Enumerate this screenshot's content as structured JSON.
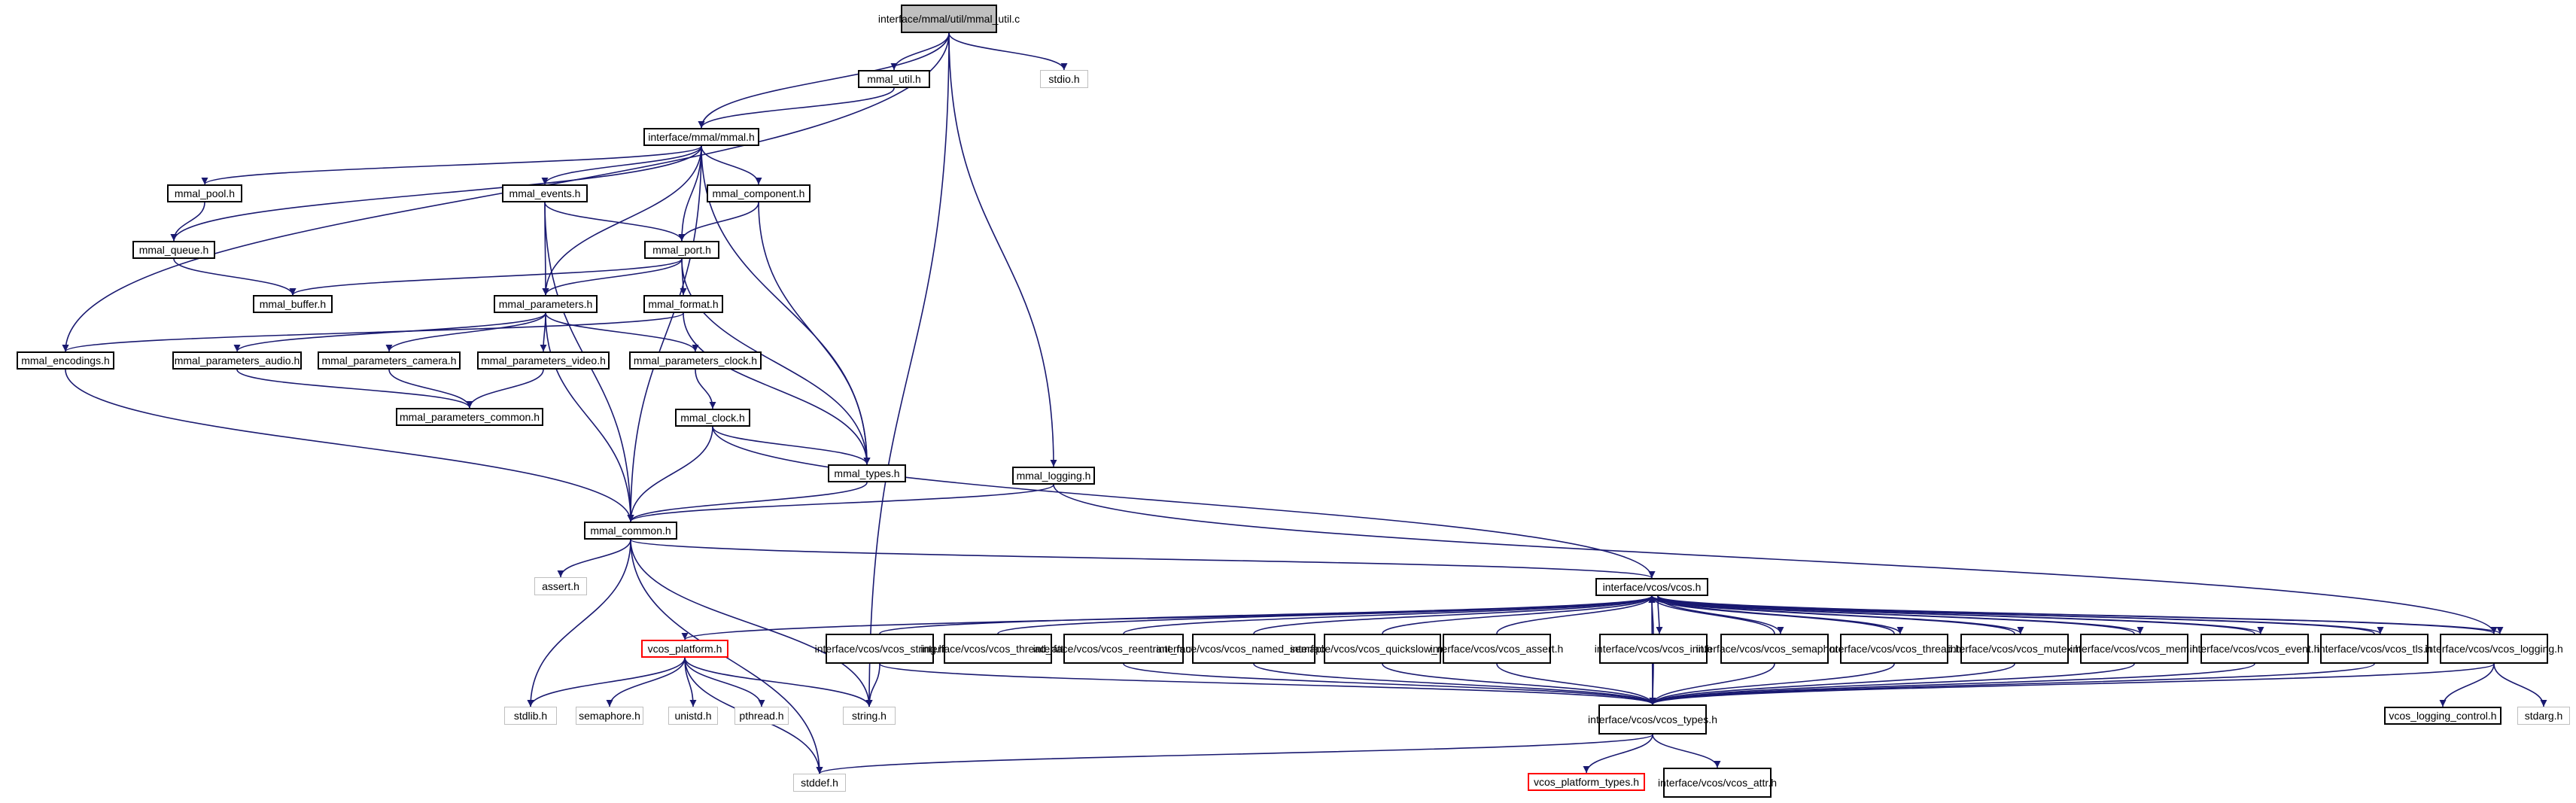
{
  "colors": {
    "edge": "#191970",
    "root_fill": "#bfbfbf",
    "node_border": "#000000",
    "system_border": "#bfbfbf",
    "missing_border": "#ff0000"
  },
  "nodes": {
    "root": {
      "lines": [
        "interface/mmal/util",
        "/mmal_util.c"
      ],
      "kind": "root"
    },
    "mmal_util_h": {
      "lines": [
        "mmal_util.h"
      ],
      "kind": "file"
    },
    "stdio_h": {
      "lines": [
        "stdio.h"
      ],
      "kind": "system"
    },
    "mmal_h": {
      "lines": [
        "interface/mmal/mmal.h"
      ],
      "kind": "file"
    },
    "mmal_pool_h": {
      "lines": [
        "mmal_pool.h"
      ],
      "kind": "file"
    },
    "mmal_events_h": {
      "lines": [
        "mmal_events.h"
      ],
      "kind": "file"
    },
    "mmal_component_h": {
      "lines": [
        "mmal_component.h"
      ],
      "kind": "file"
    },
    "mmal_queue_h": {
      "lines": [
        "mmal_queue.h"
      ],
      "kind": "file"
    },
    "mmal_port_h": {
      "lines": [
        "mmal_port.h"
      ],
      "kind": "file"
    },
    "mmal_buffer_h": {
      "lines": [
        "mmal_buffer.h"
      ],
      "kind": "file"
    },
    "mmal_parameters_h": {
      "lines": [
        "mmal_parameters.h"
      ],
      "kind": "file"
    },
    "mmal_format_h": {
      "lines": [
        "mmal_format.h"
      ],
      "kind": "file"
    },
    "mmal_encodings_h": {
      "lines": [
        "mmal_encodings.h"
      ],
      "kind": "file"
    },
    "mmal_parameters_audio_h": {
      "lines": [
        "mmal_parameters_audio.h"
      ],
      "kind": "file"
    },
    "mmal_parameters_camera_h": {
      "lines": [
        "mmal_parameters_camera.h"
      ],
      "kind": "file"
    },
    "mmal_parameters_video_h": {
      "lines": [
        "mmal_parameters_video.h"
      ],
      "kind": "file"
    },
    "mmal_parameters_clock_h": {
      "lines": [
        "mmal_parameters_clock.h"
      ],
      "kind": "file"
    },
    "mmal_parameters_common_h": {
      "lines": [
        "mmal_parameters_common.h"
      ],
      "kind": "file"
    },
    "mmal_clock_h": {
      "lines": [
        "mmal_clock.h"
      ],
      "kind": "file"
    },
    "mmal_types_h": {
      "lines": [
        "mmal_types.h"
      ],
      "kind": "file"
    },
    "mmal_logging_h": {
      "lines": [
        "mmal_logging.h"
      ],
      "kind": "file"
    },
    "mmal_common_h": {
      "lines": [
        "mmal_common.h"
      ],
      "kind": "file"
    },
    "assert_h": {
      "lines": [
        "assert.h"
      ],
      "kind": "system"
    },
    "vcos_h": {
      "lines": [
        "interface/vcos/vcos.h"
      ],
      "kind": "file"
    },
    "vcos_platform_h": {
      "lines": [
        "vcos_platform.h"
      ],
      "kind": "missing"
    },
    "vcos_string_h": {
      "lines": [
        "interface/vcos/vcos",
        "_string.h"
      ],
      "kind": "file"
    },
    "vcos_thread_attr_h": {
      "lines": [
        "interface/vcos/vcos",
        "_thread_attr.h"
      ],
      "kind": "file"
    },
    "vcos_reentrant_mutex_h": {
      "lines": [
        "interface/vcos/vcos",
        "_reentrant_mutex.h"
      ],
      "kind": "file"
    },
    "vcos_named_semaphore_h": {
      "lines": [
        "interface/vcos/vcos",
        "_named_semaphore.h"
      ],
      "kind": "file"
    },
    "vcos_quickslow_mutex_h": {
      "lines": [
        "interface/vcos/vcos",
        "_quickslow_mutex.h"
      ],
      "kind": "file"
    },
    "vcos_assert_h": {
      "lines": [
        "interface/vcos/vcos",
        "_assert.h"
      ],
      "kind": "file"
    },
    "vcos_init_h": {
      "lines": [
        "interface/vcos/vcos",
        "_init.h"
      ],
      "kind": "file"
    },
    "vcos_semaphore_h": {
      "lines": [
        "interface/vcos/vcos",
        "_semaphore.h"
      ],
      "kind": "file"
    },
    "vcos_thread_h": {
      "lines": [
        "interface/vcos/vcos",
        "_thread.h"
      ],
      "kind": "file"
    },
    "vcos_mutex_h": {
      "lines": [
        "interface/vcos/vcos",
        "_mutex.h"
      ],
      "kind": "file"
    },
    "vcos_mem_h": {
      "lines": [
        "interface/vcos/vcos",
        "_mem.h"
      ],
      "kind": "file"
    },
    "vcos_event_h": {
      "lines": [
        "interface/vcos/vcos",
        "_event.h"
      ],
      "kind": "file"
    },
    "vcos_tls_h": {
      "lines": [
        "interface/vcos/vcos",
        "_tls.h"
      ],
      "kind": "file"
    },
    "vcos_logging_h": {
      "lines": [
        "interface/vcos/vcos",
        "_logging.h"
      ],
      "kind": "file"
    },
    "stdlib_h": {
      "lines": [
        "stdlib.h"
      ],
      "kind": "system"
    },
    "semaphore_h": {
      "lines": [
        "semaphore.h"
      ],
      "kind": "system"
    },
    "unistd_h": {
      "lines": [
        "unistd.h"
      ],
      "kind": "system"
    },
    "pthread_h": {
      "lines": [
        "pthread.h"
      ],
      "kind": "system"
    },
    "string_h": {
      "lines": [
        "string.h"
      ],
      "kind": "system"
    },
    "stddef_h": {
      "lines": [
        "stddef.h"
      ],
      "kind": "system"
    },
    "vcos_types_h": {
      "lines": [
        "interface/vcos/vcos",
        "_types.h"
      ],
      "kind": "file"
    },
    "vcos_logging_control_h": {
      "lines": [
        "vcos_logging_control.h"
      ],
      "kind": "file"
    },
    "stdarg_h": {
      "lines": [
        "stdarg.h"
      ],
      "kind": "system"
    },
    "vcos_platform_types_h": {
      "lines": [
        "vcos_platform_types.h"
      ],
      "kind": "missing"
    },
    "vcos_attr_h": {
      "lines": [
        "interface/vcos/vcos",
        "_attr.h"
      ],
      "kind": "file"
    }
  },
  "edges": [
    [
      "root",
      "mmal_util_h"
    ],
    [
      "root",
      "stdio_h"
    ],
    [
      "root",
      "mmal_h"
    ],
    [
      "root",
      "mmal_encodings_h"
    ],
    [
      "root",
      "mmal_logging_h"
    ],
    [
      "root",
      "string_h"
    ],
    [
      "mmal_util_h",
      "mmal_h"
    ],
    [
      "mmal_h",
      "mmal_pool_h"
    ],
    [
      "mmal_h",
      "mmal_queue_h"
    ],
    [
      "mmal_h",
      "mmal_events_h"
    ],
    [
      "mmal_h",
      "mmal_component_h"
    ],
    [
      "mmal_h",
      "mmal_port_h"
    ],
    [
      "mmal_h",
      "mmal_parameters_h"
    ],
    [
      "mmal_h",
      "mmal_types_h"
    ],
    [
      "mmal_h",
      "mmal_common_h"
    ],
    [
      "mmal_pool_h",
      "mmal_queue_h"
    ],
    [
      "mmal_queue_h",
      "mmal_buffer_h"
    ],
    [
      "mmal_events_h",
      "mmal_port_h"
    ],
    [
      "mmal_events_h",
      "mmal_parameters_h"
    ],
    [
      "mmal_events_h",
      "mmal_common_h"
    ],
    [
      "mmal_component_h",
      "mmal_port_h"
    ],
    [
      "mmal_component_h",
      "mmal_types_h"
    ],
    [
      "mmal_port_h",
      "mmal_buffer_h"
    ],
    [
      "mmal_port_h",
      "mmal_parameters_h"
    ],
    [
      "mmal_port_h",
      "mmal_format_h"
    ],
    [
      "mmal_port_h",
      "mmal_types_h"
    ],
    [
      "mmal_parameters_h",
      "mmal_parameters_audio_h"
    ],
    [
      "mmal_parameters_h",
      "mmal_parameters_camera_h"
    ],
    [
      "mmal_parameters_h",
      "mmal_parameters_video_h"
    ],
    [
      "mmal_parameters_h",
      "mmal_parameters_clock_h"
    ],
    [
      "mmal_parameters_h",
      "mmal_common_h"
    ],
    [
      "mmal_format_h",
      "mmal_encodings_h"
    ],
    [
      "mmal_format_h",
      "mmal_types_h"
    ],
    [
      "mmal_encodings_h",
      "mmal_common_h"
    ],
    [
      "mmal_parameters_audio_h",
      "mmal_parameters_common_h"
    ],
    [
      "mmal_parameters_camera_h",
      "mmal_parameters_common_h"
    ],
    [
      "mmal_parameters_video_h",
      "mmal_parameters_common_h"
    ],
    [
      "mmal_parameters_clock_h",
      "mmal_clock_h"
    ],
    [
      "mmal_clock_h",
      "mmal_types_h"
    ],
    [
      "mmal_clock_h",
      "mmal_common_h"
    ],
    [
      "mmal_clock_h",
      "vcos_h"
    ],
    [
      "mmal_types_h",
      "mmal_common_h"
    ],
    [
      "mmal_logging_h",
      "mmal_common_h"
    ],
    [
      "mmal_logging_h",
      "vcos_logging_h"
    ],
    [
      "mmal_common_h",
      "assert_h"
    ],
    [
      "mmal_common_h",
      "stdlib_h"
    ],
    [
      "mmal_common_h",
      "string_h"
    ],
    [
      "mmal_common_h",
      "stddef_h"
    ],
    [
      "mmal_common_h",
      "vcos_h"
    ],
    [
      "vcos_h",
      "vcos_platform_h"
    ],
    [
      "vcos_h",
      "vcos_types_h"
    ],
    [
      "vcos_platform_h",
      "stdlib_h"
    ],
    [
      "vcos_platform_h",
      "semaphore_h"
    ],
    [
      "vcos_platform_h",
      "unistd_h"
    ],
    [
      "vcos_platform_h",
      "pthread_h"
    ],
    [
      "vcos_platform_h",
      "string_h"
    ],
    [
      "vcos_platform_h",
      "stddef_h"
    ],
    [
      "vcos_string_h",
      "vcos_h"
    ],
    [
      "vcos_string_h",
      "string_h"
    ],
    [
      "vcos_string_h",
      "vcos_types_h"
    ],
    [
      "vcos_thread_attr_h",
      "vcos_h"
    ],
    [
      "vcos_reentrant_mutex_h",
      "vcos_h"
    ],
    [
      "vcos_reentrant_mutex_h",
      "vcos_types_h"
    ],
    [
      "vcos_named_semaphore_h",
      "vcos_h"
    ],
    [
      "vcos_named_semaphore_h",
      "vcos_types_h"
    ],
    [
      "vcos_quickslow_mutex_h",
      "vcos_h"
    ],
    [
      "vcos_quickslow_mutex_h",
      "vcos_types_h"
    ],
    [
      "vcos_assert_h",
      "vcos_h"
    ],
    [
      "vcos_assert_h",
      "vcos_types_h"
    ],
    [
      "vcos_init_h",
      "vcos_h"
    ],
    [
      "vcos_h",
      "vcos_init_h"
    ],
    [
      "vcos_init_h",
      "vcos_types_h"
    ],
    [
      "vcos_semaphore_h",
      "vcos_h"
    ],
    [
      "vcos_h",
      "vcos_semaphore_h"
    ],
    [
      "vcos_semaphore_h",
      "vcos_types_h"
    ],
    [
      "vcos_thread_h",
      "vcos_h"
    ],
    [
      "vcos_h",
      "vcos_thread_h"
    ],
    [
      "vcos_thread_h",
      "vcos_types_h"
    ],
    [
      "vcos_mutex_h",
      "vcos_h"
    ],
    [
      "vcos_h",
      "vcos_mutex_h"
    ],
    [
      "vcos_mutex_h",
      "vcos_types_h"
    ],
    [
      "vcos_mem_h",
      "vcos_h"
    ],
    [
      "vcos_h",
      "vcos_mem_h"
    ],
    [
      "vcos_mem_h",
      "vcos_types_h"
    ],
    [
      "vcos_event_h",
      "vcos_h"
    ],
    [
      "vcos_h",
      "vcos_event_h"
    ],
    [
      "vcos_event_h",
      "vcos_types_h"
    ],
    [
      "vcos_tls_h",
      "vcos_h"
    ],
    [
      "vcos_h",
      "vcos_tls_h"
    ],
    [
      "vcos_tls_h",
      "vcos_types_h"
    ],
    [
      "vcos_logging_h",
      "vcos_h"
    ],
    [
      "vcos_h",
      "vcos_logging_h"
    ],
    [
      "vcos_logging_h",
      "vcos_types_h"
    ],
    [
      "vcos_logging_h",
      "vcos_logging_control_h"
    ],
    [
      "vcos_logging_h",
      "stdarg_h"
    ],
    [
      "vcos_types_h",
      "stddef_h"
    ],
    [
      "vcos_types_h",
      "vcos_platform_types_h"
    ],
    [
      "vcos_types_h",
      "vcos_attr_h"
    ]
  ]
}
